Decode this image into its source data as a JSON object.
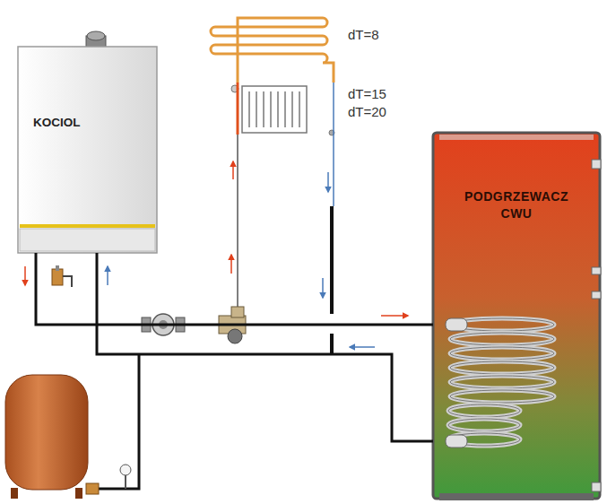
{
  "diagram": {
    "nodes": [
      {
        "text": [
          "KOCIOL"
        ]
      },
      {
        "text": [
          "PODGRZEWACZ CWU"
        ]
      }
    ],
    "edges": [
      {
        "from": 0,
        "to": 1,
        "arrow": "none"
      },
      {
        "from": 1,
        "to": 0,
        "arrow": "none"
      }
    ],
    "labels": [
      "dT=8",
      "dT=15",
      "dT=20"
    ]
  }
}
